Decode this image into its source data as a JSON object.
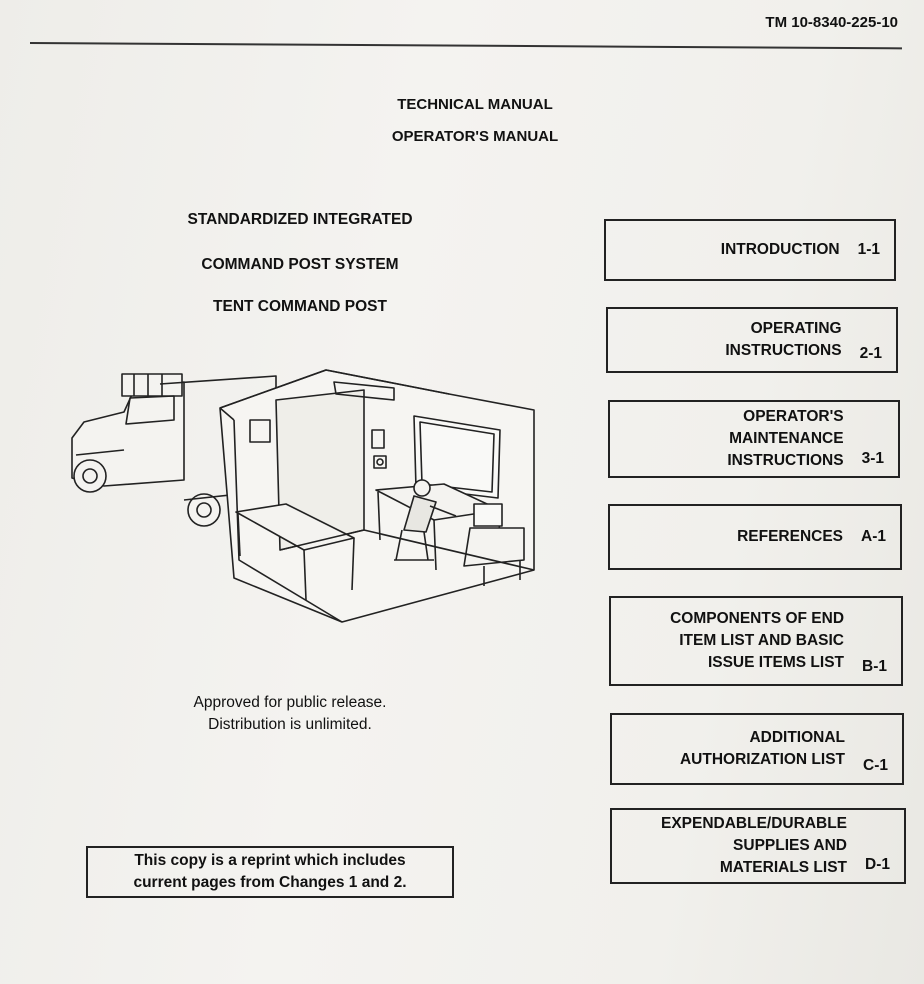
{
  "header": {
    "doc_number": "TM 10-8340-225-10"
  },
  "titles": {
    "technical_manual": "TECHNICAL MANUAL",
    "operators_manual": "OPERATOR'S MANUAL"
  },
  "system": {
    "line1": "STANDARDIZED INTEGRATED",
    "line2": "COMMAND POST SYSTEM",
    "line3": "TENT COMMAND POST"
  },
  "release": {
    "line1": "Approved for public release.",
    "line2": "Distribution is unlimited."
  },
  "reprint": {
    "line1": "This copy is a reprint which includes",
    "line2": "current pages from Changes 1 and 2."
  },
  "sections": [
    {
      "lines": [
        "INTRODUCTION"
      ],
      "page": "1-1"
    },
    {
      "lines": [
        "OPERATING",
        "INSTRUCTIONS"
      ],
      "page": "2-1"
    },
    {
      "lines": [
        "OPERATOR'S",
        "MAINTENANCE",
        "INSTRUCTIONS"
      ],
      "page": "3-1"
    },
    {
      "lines": [
        "REFERENCES"
      ],
      "page": "A-1"
    },
    {
      "lines": [
        "COMPONENTS OF END",
        "ITEM LIST AND BASIC",
        "ISSUE ITEMS LIST"
      ],
      "page": "B-1"
    },
    {
      "lines": [
        "ADDITIONAL",
        "AUTHORIZATION LIST"
      ],
      "page": "C-1"
    },
    {
      "lines": [
        "EXPENDABLE/DURABLE",
        "SUPPLIES AND",
        "MATERIALS LIST"
      ],
      "page": "D-1"
    }
  ]
}
